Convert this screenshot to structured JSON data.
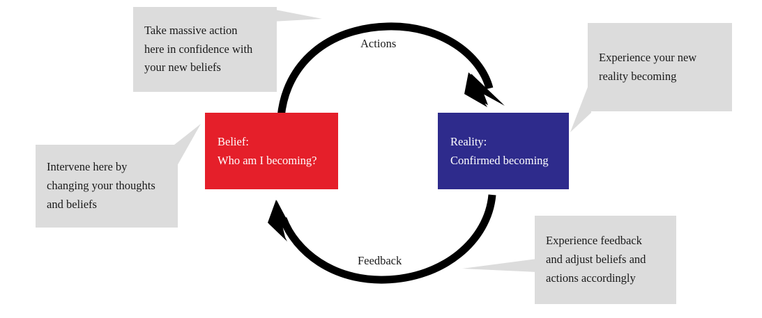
{
  "diagram": {
    "type": "cycle-loop",
    "colors": {
      "belief_box": "#e51f2a",
      "reality_box": "#2e2b8c",
      "callout_bg": "#dcdcdc",
      "arrow": "#000000",
      "box_text": "#ffffff",
      "body_text": "#1a1a1a",
      "background": "#ffffff"
    },
    "nodes": [
      {
        "id": "belief",
        "title": "Belief:",
        "subtitle": "Who am I becoming?"
      },
      {
        "id": "reality",
        "title": "Reality:",
        "subtitle": "Confirmed becoming"
      }
    ],
    "arrows": [
      {
        "id": "actions",
        "label": "Actions",
        "from": "belief",
        "to": "reality",
        "direction": "clockwise-top"
      },
      {
        "id": "feedback",
        "label": "Feedback",
        "from": "reality",
        "to": "belief",
        "direction": "clockwise-bottom"
      }
    ],
    "callouts": [
      {
        "id": "action",
        "position": "top-left",
        "points_to": "actions-arrow",
        "lines": [
          "Take massive action",
          "here in confidence with",
          "your new beliefs"
        ]
      },
      {
        "id": "reality",
        "position": "top-right",
        "points_to": "reality-box",
        "lines": [
          "Experience your new",
          "reality becoming"
        ]
      },
      {
        "id": "intervene",
        "position": "bottom-left",
        "points_to": "belief-box",
        "lines": [
          "Intervene here by",
          "changing your thoughts",
          "and beliefs"
        ]
      },
      {
        "id": "feedback",
        "position": "bottom-right",
        "points_to": "feedback-arrow",
        "lines": [
          "Experience feedback",
          "and adjust beliefs and",
          "actions accordingly"
        ]
      }
    ]
  }
}
